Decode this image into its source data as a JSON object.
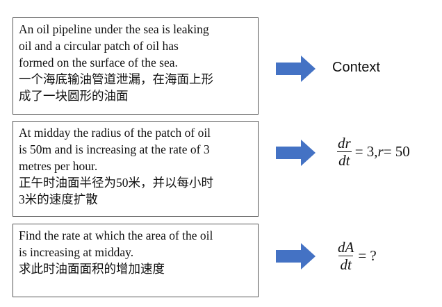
{
  "boxes": [
    {
      "lines": [
        "An oil pipeline under the sea is leaking",
        "oil and a circular patch of oil has",
        "formed on the surface of the sea.",
        "一个海底输油管道泄漏，在海面上形",
        "成了一块圆形的油面"
      ]
    },
    {
      "lines": [
        "At midday the radius of the patch of oil",
        "is 50m and is increasing at the rate of 3",
        "metres per hour.",
        "正午时油面半径为50米，并以每小时",
        "3米的速度扩散"
      ]
    },
    {
      "lines": [
        "Find the rate at which the area of the oil",
        "is increasing at midday.",
        "求此时油面面积的增加速度"
      ]
    }
  ],
  "arrow_color": "#4472C4",
  "right": {
    "context_label": "Context",
    "eq1": {
      "num": "dr",
      "den": "dt",
      "eq": " = 3, ",
      "var": "r",
      "rest": " = 50"
    },
    "eq2": {
      "num": "dA",
      "den": "dt",
      "rest": " = ?"
    }
  }
}
